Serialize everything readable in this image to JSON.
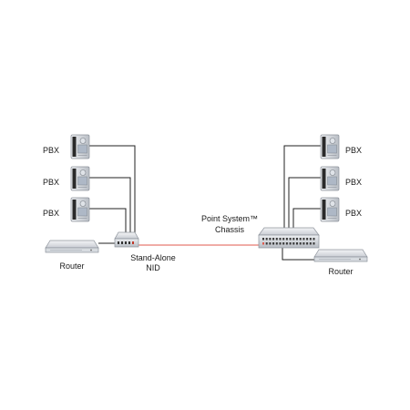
{
  "labels": {
    "pbx": "PBX",
    "router": "Router",
    "nid_line1": "Stand-Alone",
    "nid_line2": "NID",
    "chassis_line1": "Point System™",
    "chassis_line2": "Chassis"
  },
  "colors": {
    "fiber_link": "#e05a4e",
    "wire": "#222222",
    "device_grey": "#cfd3d8"
  },
  "icons": [
    "pbx-icon",
    "router-icon",
    "nid-icon",
    "chassis-icon"
  ]
}
